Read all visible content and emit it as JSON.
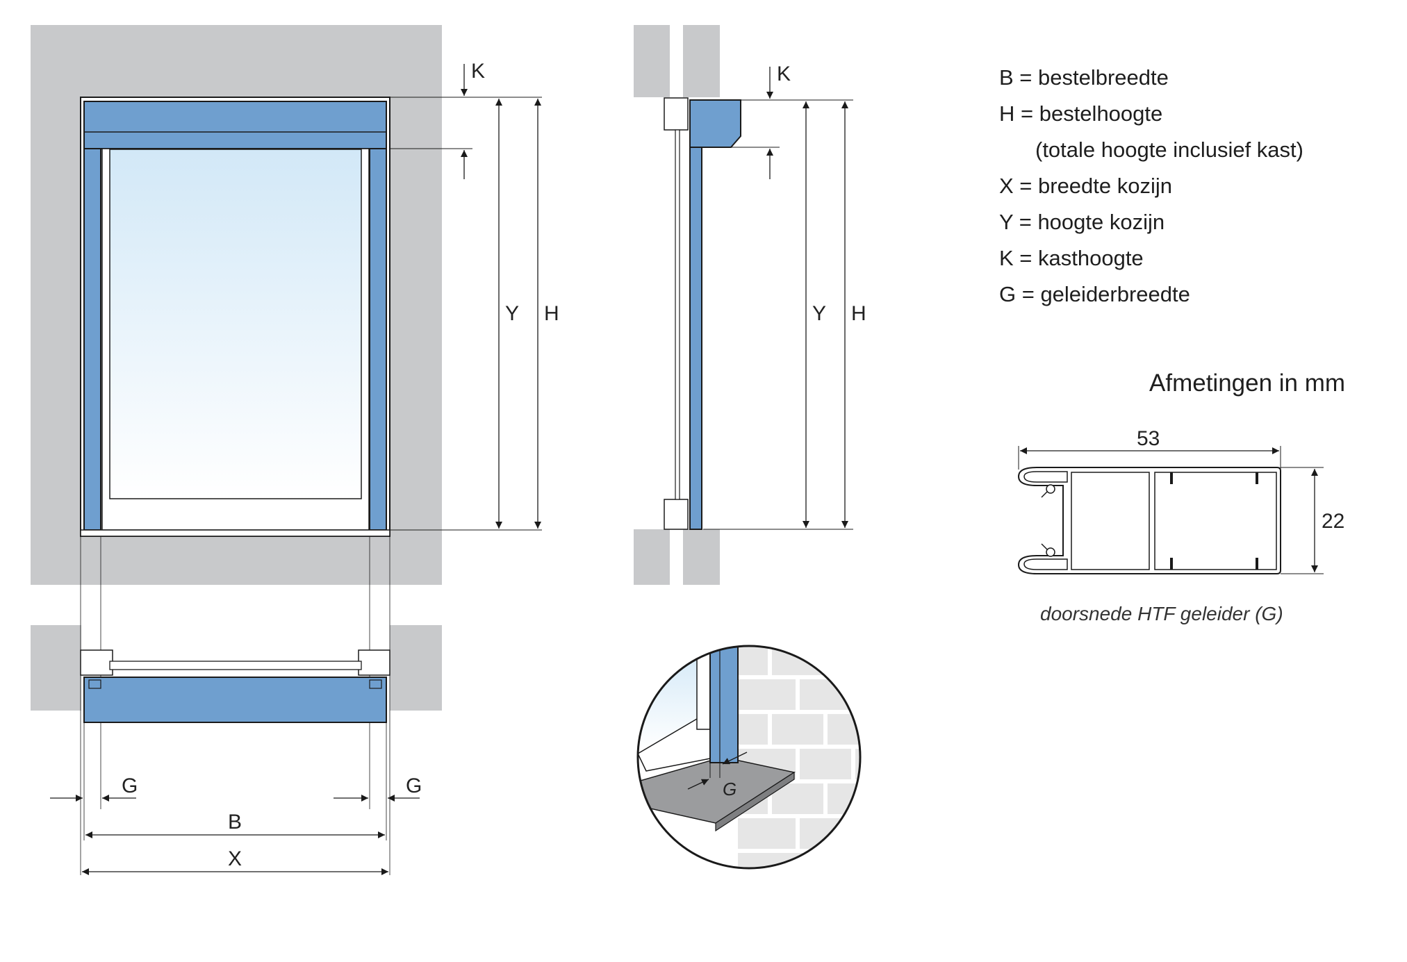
{
  "labels": {
    "k": "K",
    "y": "Y",
    "h": "H",
    "g": "G",
    "b": "B",
    "x": "X",
    "dim_width": "53",
    "dim_height": "22"
  },
  "legend": [
    "B = bestelbreedte",
    "H = bestelhoogte",
    "(totale hoogte inclusief kast)",
    "X = breedte kozijn",
    "Y = hoogte kozijn",
    "K = kasthoogte",
    "G = geleiderbreedte"
  ],
  "units_label": "Afmetingen in mm",
  "caption": "doorsnede HTF geleider (G)",
  "colors": {
    "wall": "#c8c9cb",
    "blue": "#6f9fcf",
    "outline": "#1a1a1a",
    "sill": "#9b9c9e",
    "brick": "#e6e6e6"
  }
}
